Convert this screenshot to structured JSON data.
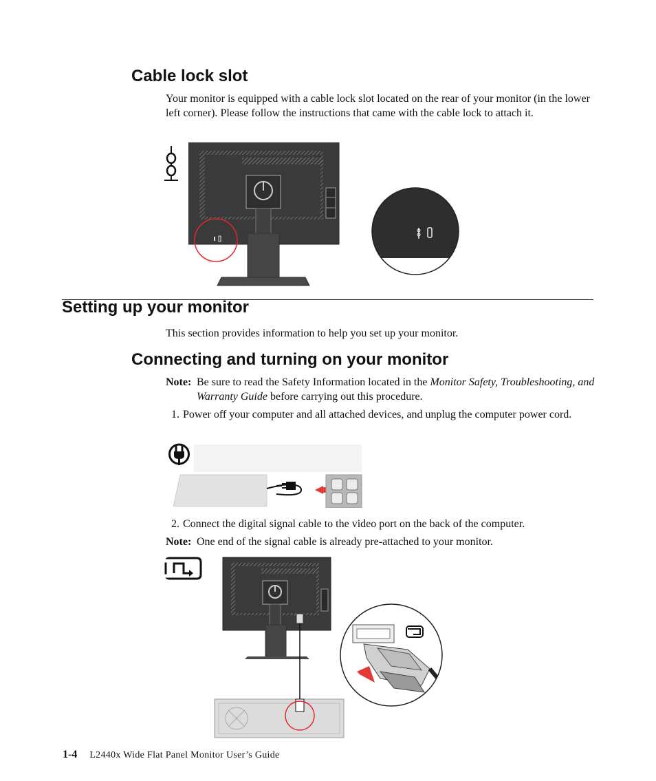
{
  "sections": {
    "cable_lock": {
      "heading": "Cable lock slot",
      "paragraph": "Your monitor is equipped with a cable lock slot located on the rear of your monitor (in the lower left corner). Please follow the instructions that came with the cable lock to attach it."
    },
    "setup": {
      "heading": "Setting up your monitor",
      "paragraph": "This section provides information to help you set up your monitor."
    },
    "connecting": {
      "heading": "Connecting and turning on your monitor",
      "note1": {
        "label": "Note:",
        "text_before": "Be sure to read the Safety Information located in the",
        "italic": "Monitor Safety, Troubleshooting, and Warranty Guide",
        "text_after": "before carrying out this procedure."
      },
      "steps": [
        {
          "num": "1.",
          "text": "Power off your computer and all attached devices, and unplug the computer power cord."
        },
        {
          "num": "2.",
          "text": "Connect the digital signal cable to the video port on the back of the computer."
        }
      ],
      "note2": {
        "label": "Note:",
        "text": "One end of the signal cable is already pre-attached to your monitor."
      }
    }
  },
  "footer": {
    "page_number": "1-4",
    "title": "L2440x Wide Flat Panel Monitor User’s Guide"
  },
  "icons": {
    "lock": "cable-lock-icon",
    "power": "power-plug-icon",
    "signal": "signal-cable-icon"
  },
  "colors": {
    "highlight_circle": "#e0282e",
    "arrow_red": "#e23a34"
  }
}
